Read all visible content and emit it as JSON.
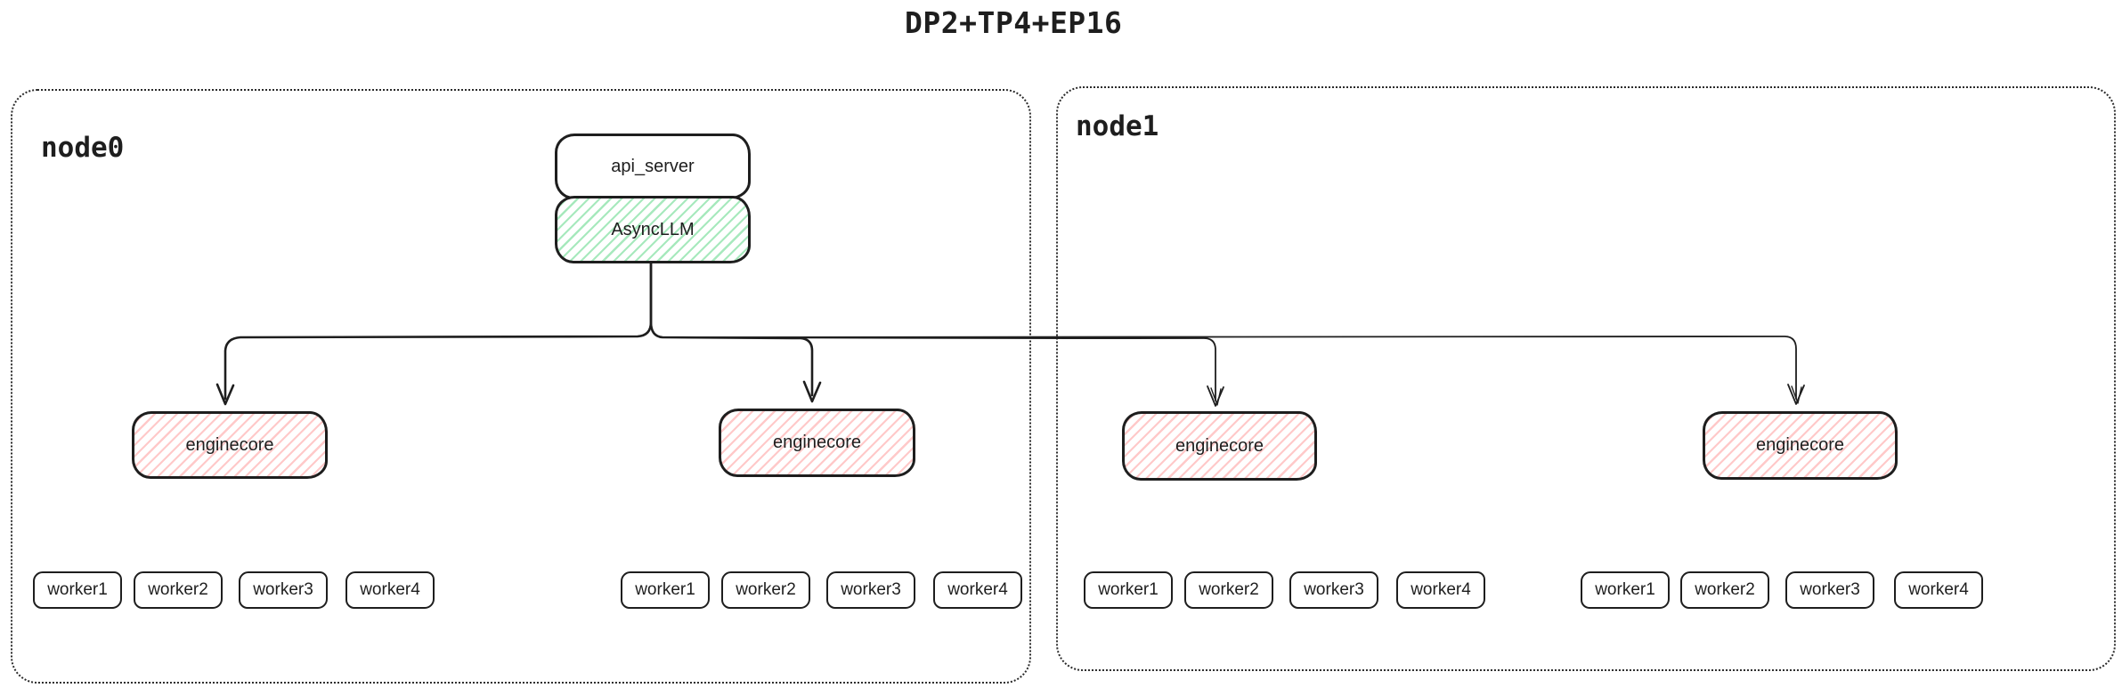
{
  "diagram": {
    "title": "DP2+TP4+EP16",
    "colors": {
      "stroke": "#1e1e1e",
      "green_hatch": "#a7e9bd",
      "red_hatch": "#ffc9c9",
      "background": "#ffffff"
    },
    "api_server": {
      "label": "api_server"
    },
    "async_llm": {
      "label": "AsyncLLM"
    },
    "nodes": [
      {
        "label": "node0",
        "enginecores": [
          {
            "label": "enginecore",
            "workers": [
              "worker1",
              "worker2",
              "worker3",
              "worker4"
            ]
          },
          {
            "label": "enginecore",
            "workers": [
              "worker1",
              "worker2",
              "worker3",
              "worker4"
            ]
          }
        ]
      },
      {
        "label": "node1",
        "enginecores": [
          {
            "label": "enginecore",
            "workers": [
              "worker1",
              "worker2",
              "worker3",
              "worker4"
            ]
          },
          {
            "label": "enginecore",
            "workers": [
              "worker1",
              "worker2",
              "worker3",
              "worker4"
            ]
          }
        ]
      }
    ]
  }
}
